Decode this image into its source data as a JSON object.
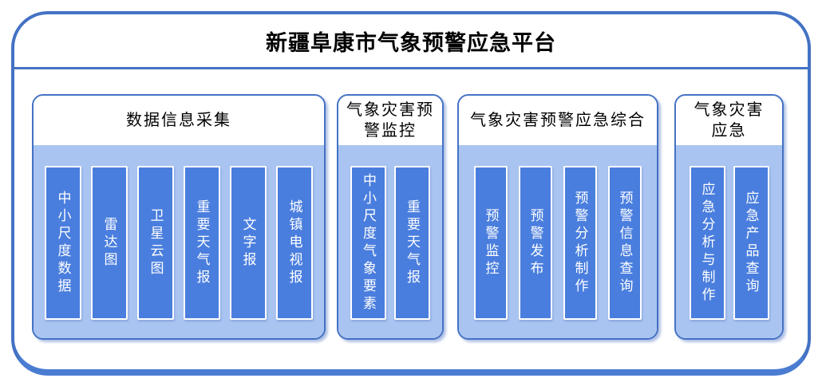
{
  "title": "新疆阜康市气象预警应急平台",
  "groups": [
    {
      "header": "数据信息采集",
      "items": [
        "中小尺度数据",
        "雷达图",
        "卫星云图",
        "重要天气报",
        "文字报",
        "城镇电视报"
      ]
    },
    {
      "header": "气象灾害预\n警监控",
      "items": [
        "中小尺度气象要素",
        "重要天气报"
      ]
    },
    {
      "header": "气象灾害预警应急综合",
      "items": [
        "预警监控",
        "预警发布",
        "预警分析制作",
        "预警信息查询"
      ]
    },
    {
      "header": "气象灾害\n应急",
      "items": [
        "应急分析与制作",
        "应急产品查询"
      ]
    }
  ],
  "colors": {
    "frame_border": "#4472C4",
    "group_border": "#4472C4",
    "group_body_fill": "#A9C4F1",
    "item_fill": "#4A7EDE",
    "item_border": "#FFFFFF",
    "title_text": "#000000",
    "item_text": "#FFFFFF"
  }
}
